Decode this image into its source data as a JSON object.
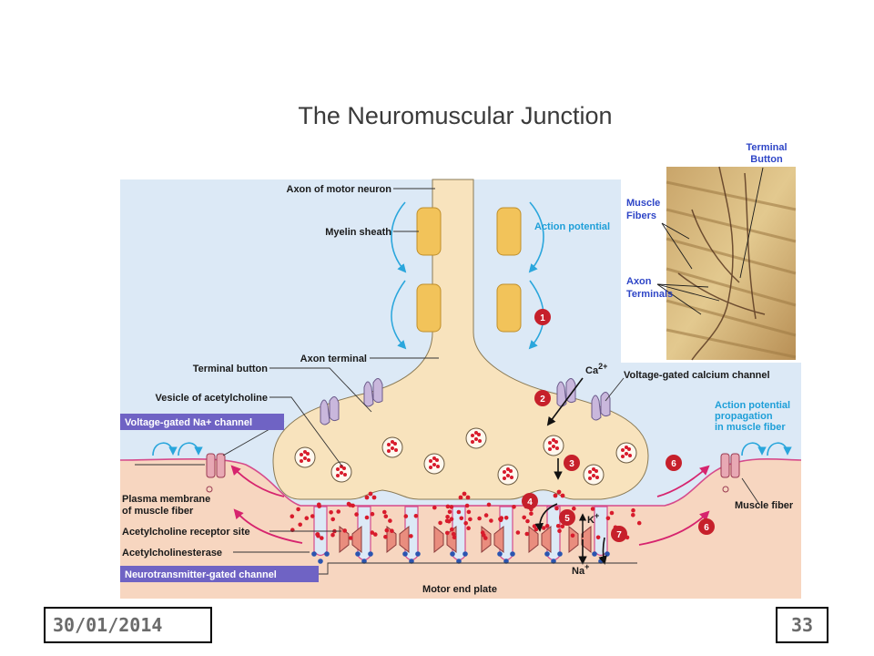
{
  "slide": {
    "title": "The Neuromuscular Junction",
    "date": "30/01/2014",
    "page_number": "33"
  },
  "diagram": {
    "labels": {
      "axon_of_motor_neuron": "Axon of motor neuron",
      "myelin_sheath": "Myelin sheath",
      "axon_terminal": "Axon terminal",
      "terminal_button": "Terminal button",
      "vesicle_of_acetylcholine": "Vesicle of acetylcholine",
      "voltage_gated_na_channel": "Voltage-gated Na+ channel",
      "plasma_membrane_line1": "Plasma membrane",
      "plasma_membrane_line2": "of muscle fiber",
      "acetylcholine_receptor_site": "Acetylcholine receptor site",
      "acetylcholinesterase": "Acetylcholinesterase",
      "neurotransmitter_gated_channel": "Neurotransmitter-gated channel",
      "motor_end_plate": "Motor end plate",
      "muscle_fiber": "Muscle fiber",
      "action_potential": "Action potential",
      "voltage_gated_calcium_channel": "Voltage-gated calcium channel",
      "ap_propagation_line1": "Action potential",
      "ap_propagation_line2": "propagation",
      "ap_propagation_line3": "in muscle fiber",
      "ca": "Ca",
      "ca_charge": "2+",
      "k": "K",
      "k_charge": "+",
      "na": "Na",
      "na_charge": "+"
    },
    "photo_labels": {
      "terminal_line1": "Terminal",
      "terminal_line2": "Button",
      "muscle_line1": "Muscle",
      "muscle_line2": "Fibers",
      "axon_line1": "Axon",
      "axon_line2": "Terminals"
    },
    "steps": [
      "1",
      "2",
      "3",
      "4",
      "5",
      "6",
      "6",
      "7"
    ],
    "colors": {
      "background_blue": "#dce9f6",
      "neuron": "#f8e3bd",
      "myelin": "#f2c35a",
      "muscle": "#f7d6c0",
      "step_marker": "#c6202b",
      "acetylcholine": "#d81b2c",
      "acetylcholinesterase": "#2a55b0",
      "label_box": "#6f63c4",
      "accent_blue": "#1e9fd8"
    }
  }
}
